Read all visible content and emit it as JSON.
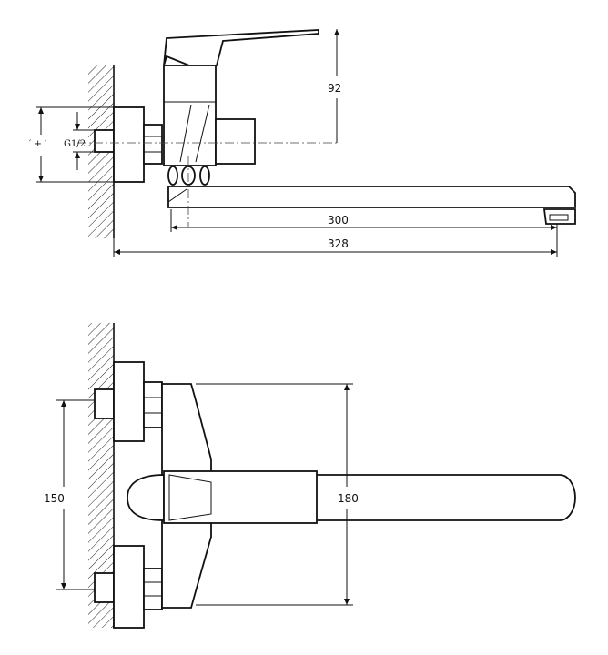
{
  "side_view": {
    "dim_height": "92",
    "dim_spout_reach": "300",
    "dim_total_length": "328",
    "thread_label": "G1/2",
    "thread_mark": "′ + ′"
  },
  "top_view": {
    "dim_center_distance": "150",
    "dim_handle_span": "180"
  }
}
